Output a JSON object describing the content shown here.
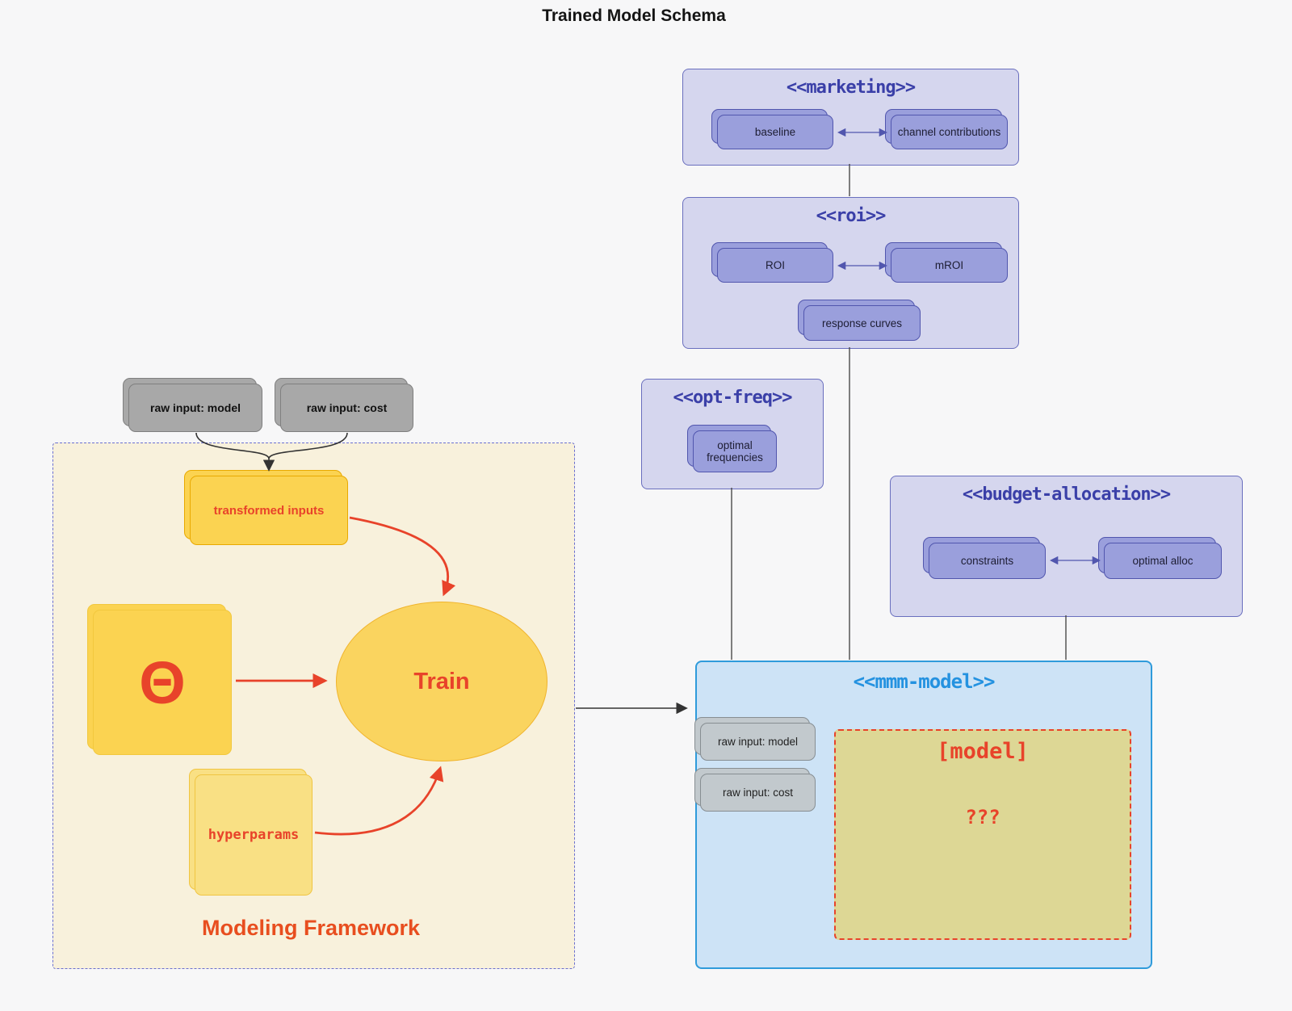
{
  "title": "Trained Model Schema",
  "colors": {
    "background": "#f7f7f8",
    "group_fill": "#d5d6ee",
    "group_border": "#6a6fbe",
    "group_title": "#3a3fa8",
    "purple_node_fill": "#9a9fdc",
    "purple_node_border": "#5156ae",
    "mmm_fill": "#cde3f6",
    "mmm_border": "#2f9bdb",
    "mmm_title": "#2492e0",
    "framework_fill": "#f8f1dc",
    "framework_border": "#6a6fd0",
    "yellow_fill": "#fbd351",
    "yellow_light_fill": "#f9e084",
    "khaki_fill": "#ddd795",
    "red_accent": "#e8432a",
    "gray_node_fill": "#a8a8a8",
    "gray_inner_fill": "#c2c9cd"
  },
  "inputs": {
    "raw_model": "raw input: model",
    "raw_cost": "raw input: cost"
  },
  "containers": {
    "marketing": {
      "title": "<<marketing>>",
      "nodes": {
        "baseline": "baseline",
        "channel": "channel contributions"
      }
    },
    "roi": {
      "title": "<<roi>>",
      "nodes": {
        "roi": "ROI",
        "mroi": "mROI",
        "response": "response curves"
      }
    },
    "optfreq": {
      "title": "<<opt-freq>>",
      "nodes": {
        "optimal": "optimal frequencies"
      }
    },
    "budget": {
      "title": "<<budget-allocation>>",
      "nodes": {
        "constraints": "constraints",
        "alloc": "optimal alloc"
      }
    },
    "mmm": {
      "title": "<<mmm-model>>",
      "nodes": {
        "raw_model": "raw input: model",
        "raw_cost": "raw input: cost",
        "model_tag": "[model]",
        "unknown": "???"
      }
    }
  },
  "framework": {
    "label": "Modeling Framework",
    "nodes": {
      "transformed": "transformed inputs",
      "theta": "Θ",
      "train": "Train",
      "hyperparams": "hyperparams"
    }
  }
}
